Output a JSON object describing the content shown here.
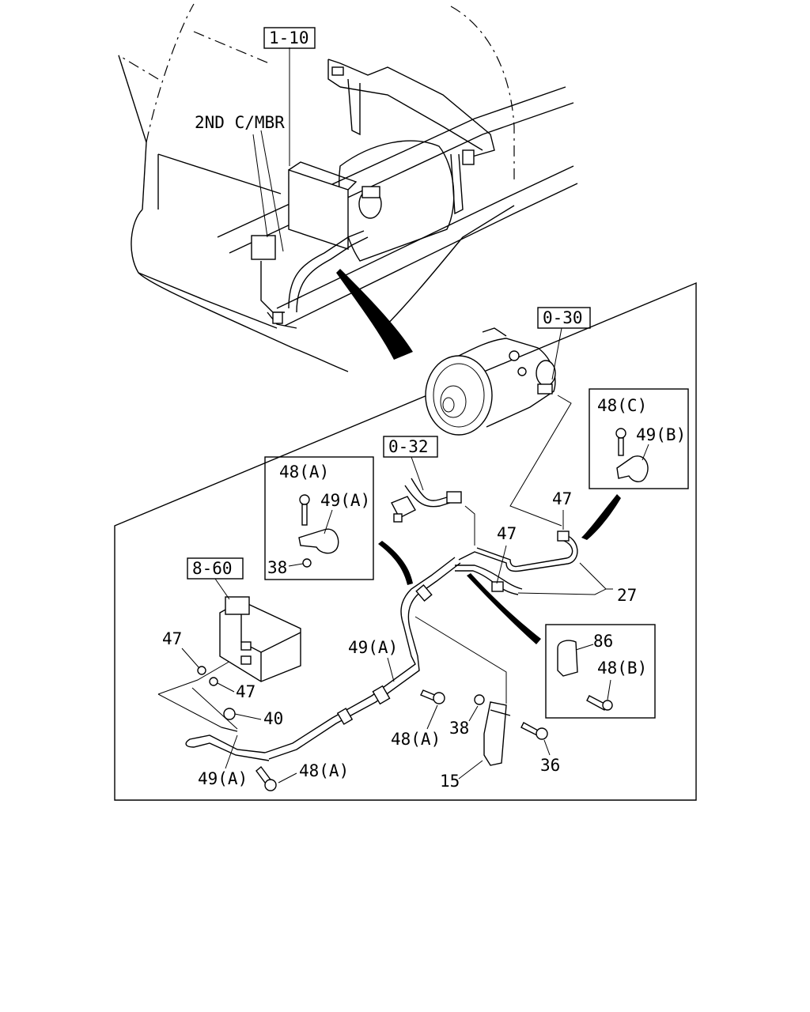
{
  "diagram": {
    "ref_boxes": {
      "ref_1_10": "1-10",
      "ref_0_30": "0-30",
      "ref_0_32": "0-32",
      "ref_8_60": "8-60"
    },
    "labels": {
      "member": "2ND C/MBR",
      "c_48c": "48(C)",
      "c_49b": "49(B)",
      "a_48a": "48(A)",
      "a_49a": "49(A)",
      "a_38": "38",
      "p47_top": "47",
      "p47_mid": "47",
      "p27": "27",
      "p86": "86",
      "p48b": "48(B)",
      "p47_left": "47",
      "p47_left2": "47",
      "p40": "40",
      "p49a_bottom": "49(A)",
      "p48a_bottom": "48(A)",
      "p49a_mid": "49(A)",
      "p48a_mid": "48(A)",
      "p38": "38",
      "p36": "36",
      "p15": "15"
    }
  }
}
